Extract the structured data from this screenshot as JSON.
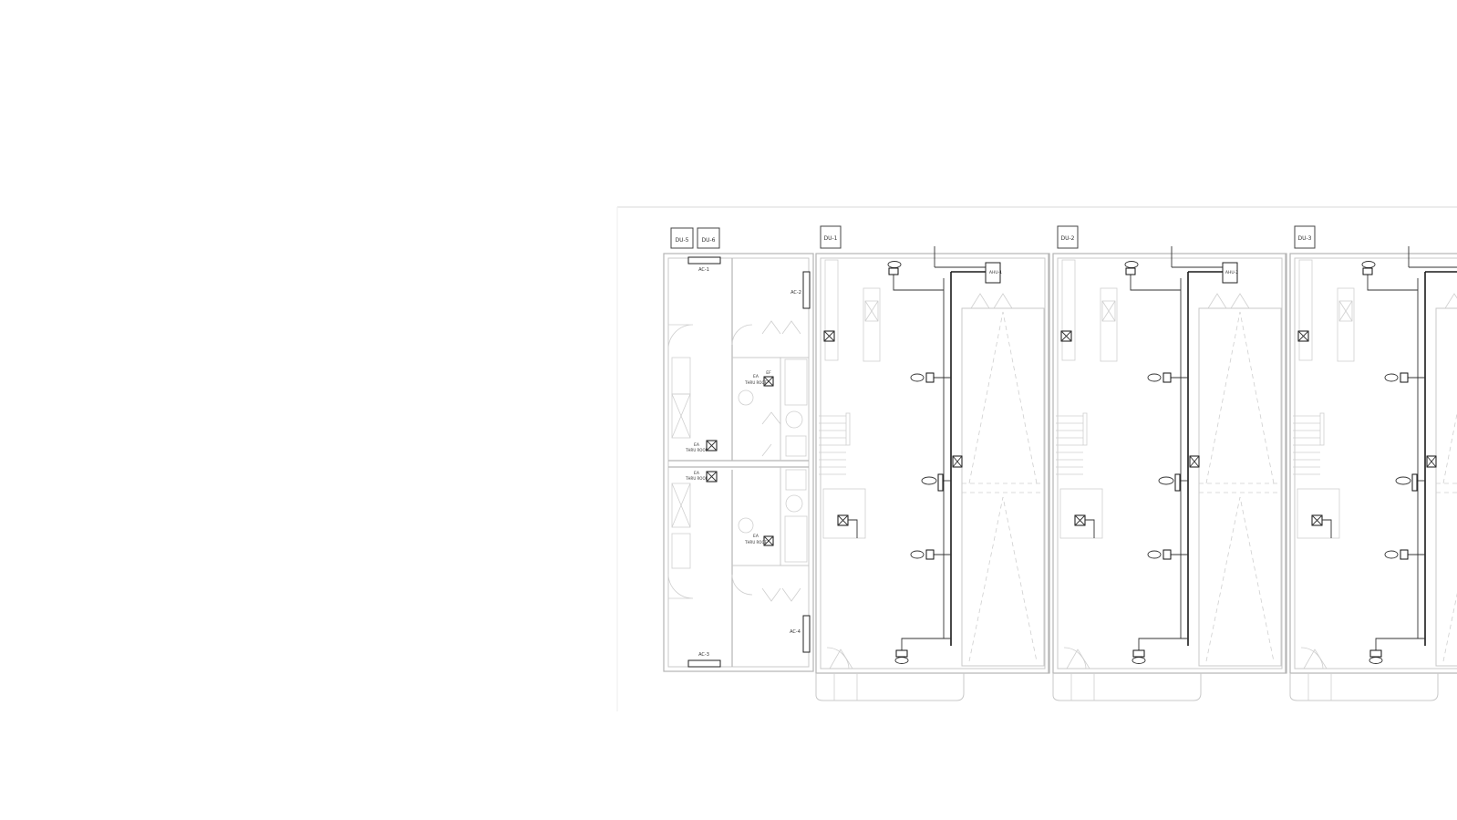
{
  "sheet": {
    "bg_color": "#ffffff",
    "line_color": "#b5b5b5",
    "duct_color": "#1a1a1a"
  },
  "tags": {
    "du5": "DU-5",
    "du6": "DU-6",
    "du1": "DU-1",
    "du2": "DU-2",
    "du3": "DU-3"
  },
  "units": [
    {
      "equipment": "AHU-1"
    },
    {
      "equipment": "AHU-2"
    }
  ],
  "labels": {
    "ac1": "AC-1",
    "ac2": "AC-2",
    "ac3": "AC-3",
    "ac4": "AC-4",
    "ea": "EA",
    "ef": "EF",
    "thru_roof": "THRU ROOF"
  },
  "icons": [
    "fan-icon",
    "diffuser-icon",
    "door-swing-icon",
    "stair-icon",
    "toilet-icon"
  ]
}
